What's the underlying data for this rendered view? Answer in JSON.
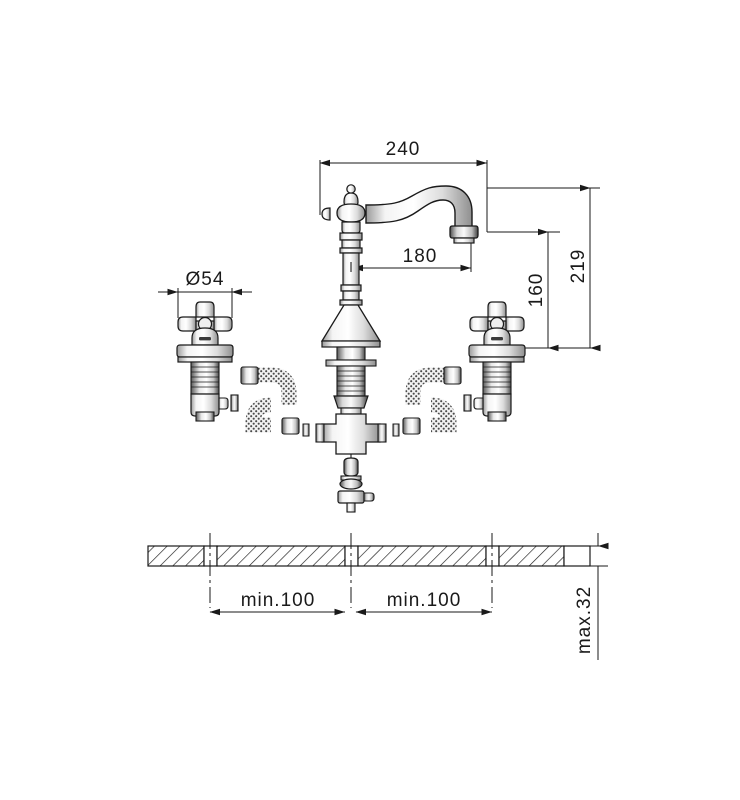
{
  "drawing": {
    "type": "technical-line-drawing",
    "subject": "three-hole bridge kitchen faucet with cross handles",
    "background_color": "#ffffff",
    "line_color": "#1a1a1a",
    "units": "mm"
  },
  "dimensions": {
    "spout_reach": "240",
    "spout_inner_reach": "180",
    "spout_height": "160",
    "overall_height": "219",
    "handle_diameter": "Ø54",
    "hole_spacing_left": "min.100",
    "hole_spacing_right": "min.100",
    "deck_thickness": "max.32"
  },
  "labels": [
    {
      "id": "dim-240",
      "text": "240",
      "orientation": "horizontal"
    },
    {
      "id": "dim-180",
      "text": "180",
      "orientation": "horizontal"
    },
    {
      "id": "dim-160",
      "text": "160",
      "orientation": "vertical"
    },
    {
      "id": "dim-219",
      "text": "219",
      "orientation": "vertical"
    },
    {
      "id": "dim-d54",
      "text": "Ø54",
      "orientation": "horizontal"
    },
    {
      "id": "dim-min100-left",
      "text": "min.100",
      "orientation": "horizontal"
    },
    {
      "id": "dim-min100-right",
      "text": "min.100",
      "orientation": "horizontal"
    },
    {
      "id": "dim-max32",
      "text": "max.32",
      "orientation": "vertical"
    }
  ],
  "components": {
    "spout": "curved swan-neck spout",
    "column": "turned central column with finial",
    "left_valve": "cross handle valve",
    "right_valve": "cross handle valve",
    "center_tee": "cross connector body",
    "hoses": "braided flexible supply hoses",
    "deck": "hatched countertop section"
  }
}
